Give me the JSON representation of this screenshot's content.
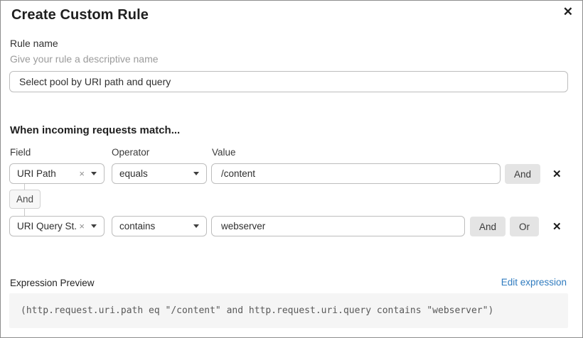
{
  "dialog": {
    "title": "Create Custom Rule"
  },
  "icons": {
    "close": "✕",
    "remove": "✕",
    "clear": "×"
  },
  "rule_name": {
    "label": "Rule name",
    "helper": "Give your rule a descriptive name",
    "value": "Select pool by URI path and query"
  },
  "match": {
    "heading": "When incoming requests match...",
    "columns": {
      "field": "Field",
      "operator": "Operator",
      "value": "Value"
    },
    "rows": [
      {
        "field": "URI Path",
        "operator": "equals",
        "value": "/content"
      },
      {
        "field": "URI Query St...",
        "operator": "contains",
        "value": "webserver"
      }
    ],
    "connector": "And",
    "and_label": "And",
    "or_label": "Or"
  },
  "expression": {
    "label": "Expression Preview",
    "edit_link": "Edit expression",
    "preview": "(http.request.uri.path eq \"/content\" and http.request.uri.query contains \"webserver\")"
  },
  "colors": {
    "link": "#2f7bbf",
    "chip_bg": "#e4e4e4",
    "code_bg": "#f5f5f5",
    "border": "#bdbdbd"
  }
}
